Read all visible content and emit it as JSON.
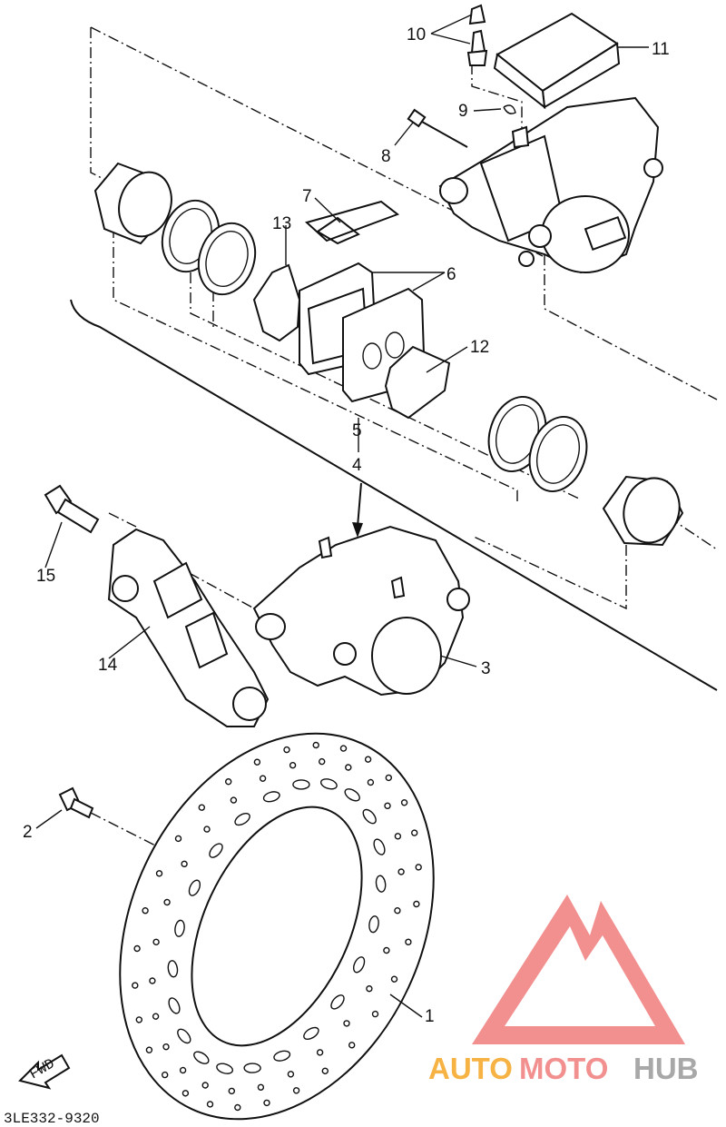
{
  "labels": {
    "l1": "1",
    "l2": "2",
    "l3": "3",
    "l4": "4",
    "l5": "5",
    "l6": "6",
    "l7": "7",
    "l8": "8",
    "l9": "9",
    "l10": "10",
    "l11": "11",
    "l12": "12",
    "l13": "13",
    "l14": "14",
    "l15": "15"
  },
  "diagram_code": "3LE332-9320",
  "fwd_label": "FWD",
  "watermark": {
    "part1": "AUTO",
    "part2": "MOTO",
    "part3": "HUB",
    "color_orange": "#f5a623",
    "color_pink": "#f07c7c",
    "color_grey": "#9a9a9a"
  }
}
